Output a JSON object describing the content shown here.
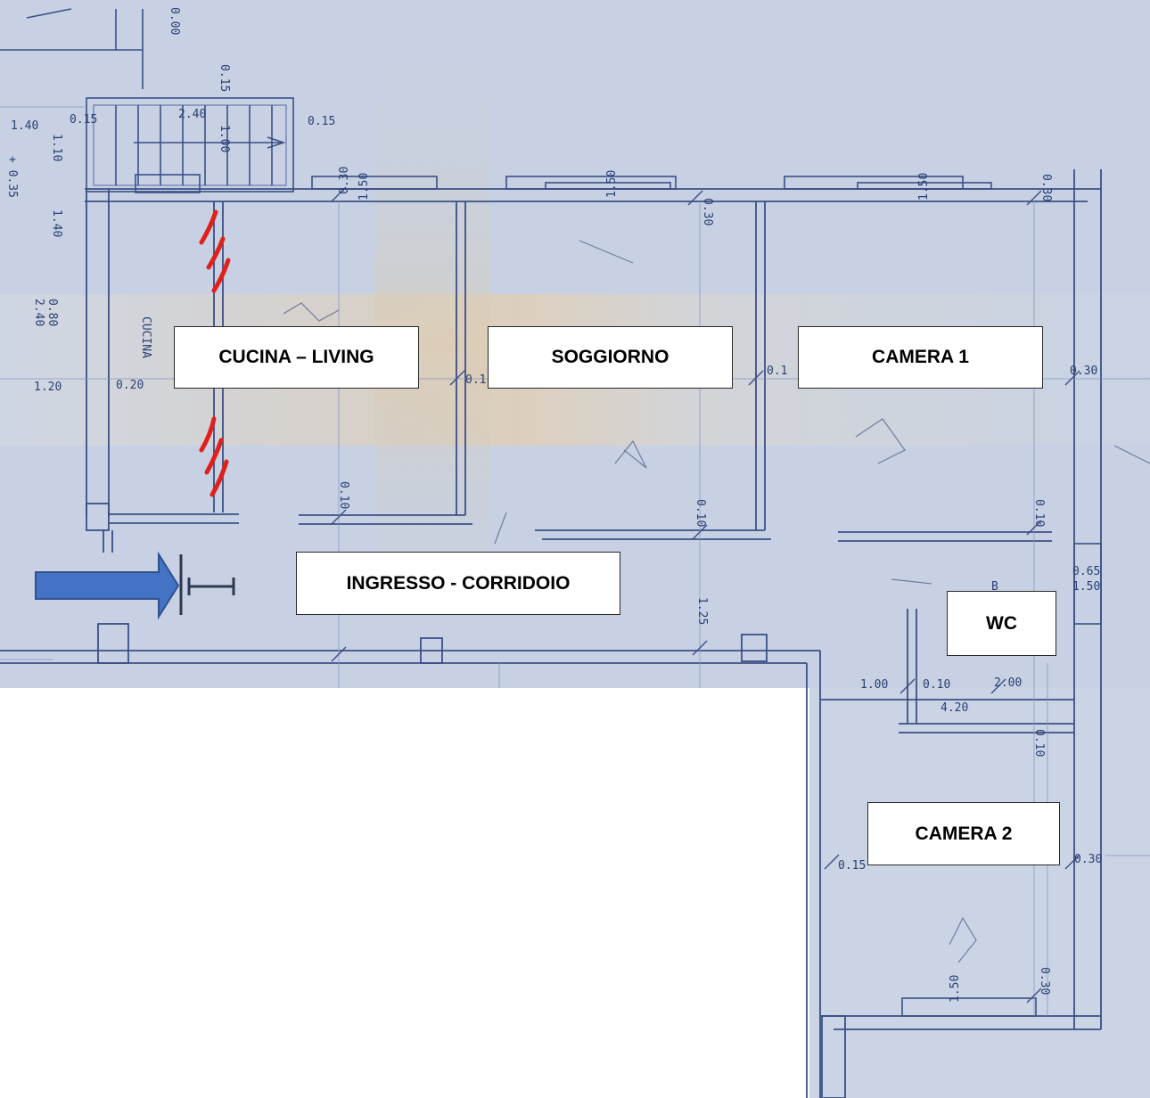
{
  "rooms": {
    "cucina_living": "CUCINA – LIVING",
    "soggiorno": "SOGGIORNO",
    "camera_1": "CAMERA 1",
    "ingresso_corridoio": "INGRESSO - CORRIDOIO",
    "wc": "WC",
    "camera_2": "CAMERA 2"
  },
  "plan_notes": {
    "cucina_handwritten": "CUCINA",
    "level_zero": "0.00",
    "level_plus": "+ 0.35",
    "b_mark": "B"
  },
  "dimensions": {
    "d_140": "1.40",
    "d_015_a": "0.15",
    "d_240": "2.40",
    "d_015_b": "0.15",
    "d_110": "1.10",
    "d_100": "1.00",
    "d_015_v": "0.15",
    "d_140_v": "1.40",
    "d_030_a": "0.30",
    "d_150_a": "1.50",
    "d_150_b": "1.50",
    "d_030_b": "0.30",
    "d_150_c": "1.50",
    "d_030_c": "0.30",
    "d_080": "0.80",
    "d_240_b": "2.40",
    "d_120": "1.20",
    "d_020": "0.20",
    "d_01_a": "0.1",
    "d_01_b": "0.1",
    "d_030_d": "0.30",
    "d_010_a": "0.10",
    "d_010_b": "0.10",
    "d_010_c": "0.10",
    "d_065": "0.65",
    "d_150_d": "1.50",
    "d_125": "1.25",
    "d_100_b": "1.00",
    "d_010_d": "0.10",
    "d_200": "2.00",
    "d_420": "4.20",
    "d_010_e": "0.10",
    "d_015_c": "0.15",
    "d_030_e": "0.30",
    "d_150_e": "1.50",
    "d_030_f": "0.30"
  },
  "colors": {
    "paper": "#c9d3e4",
    "paper_warm": "#e8d3b4",
    "line": "#3a4f86",
    "line_light": "#7d8fbb",
    "arrow_fill": "#4472c4",
    "arrow_stroke": "#2f528f",
    "red_marks": "#e0201b",
    "door_symbol": "#2e3650"
  },
  "icons": {
    "entrance_arrow": "arrow-right-icon",
    "entrance_door": "door-symbol-icon"
  }
}
